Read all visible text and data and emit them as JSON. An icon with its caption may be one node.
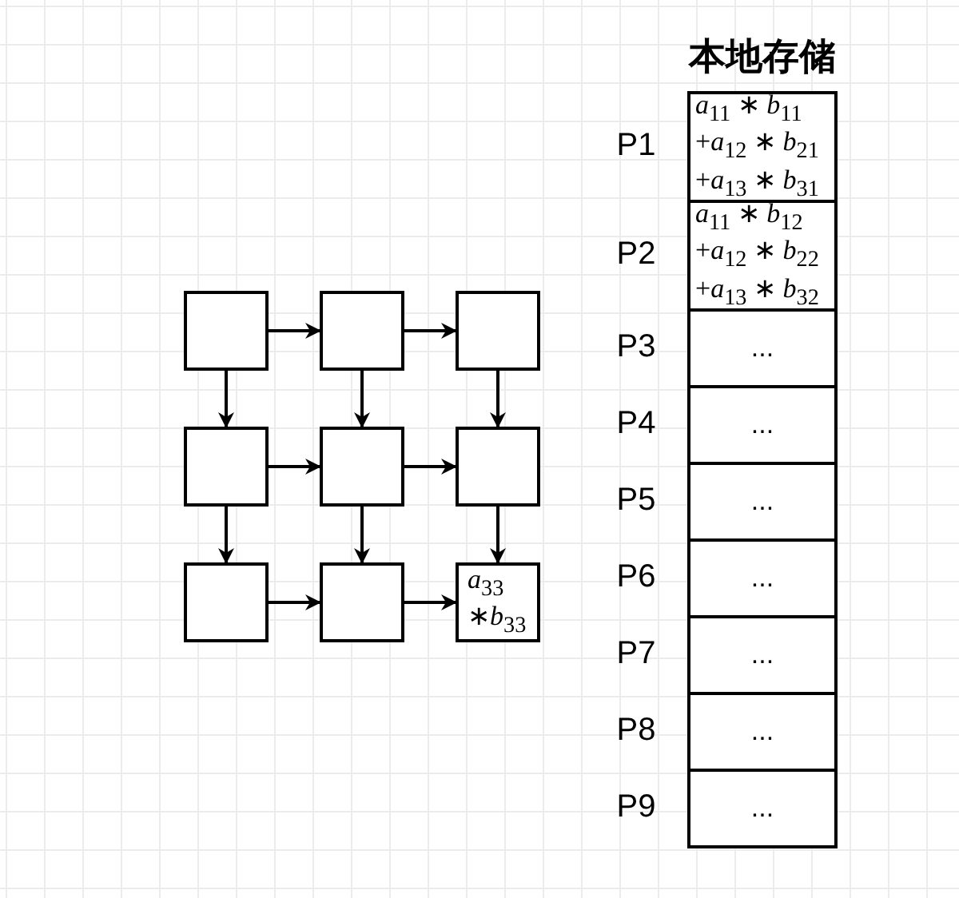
{
  "diagram": {
    "title": "本地存储",
    "nodes": [
      {
        "text": [],
        "shape": "box"
      },
      {
        "text": [],
        "shape": "box"
      },
      {
        "text": [],
        "shape": "box"
      },
      {
        "text": [],
        "shape": "box"
      },
      {
        "text": [],
        "shape": "box"
      },
      {
        "text": [],
        "shape": "box"
      },
      {
        "text": [],
        "shape": "box"
      },
      {
        "text": [],
        "shape": "box"
      },
      {
        "text": [
          "*a*$_{33}$ ∗*b*$_{33}$"
        ]
      },
      {
        "text": [
          "*a*$_{11}$ ∗ *b*$_{11}$ +*a*$_{12}$ ∗ *b*$_{21}$ +*a*$_{13}$ ∗ *b*$_{31}$"
        ],
        "beside": [
          "P1"
        ]
      },
      {
        "text": [
          "*a*$_{11}$ ∗ *b*$_{12}$ +*a*$_{12}$ ∗ *b*$_{22}$ +*a*$_{13}$ ∗ *b*$_{32}$"
        ],
        "beside": [
          "P2"
        ]
      },
      {
        "text": [
          "..."
        ],
        "beside": [
          "P3"
        ]
      },
      {
        "text": [
          "..."
        ],
        "beside": [
          "P4"
        ]
      },
      {
        "text": [
          "..."
        ],
        "beside": [
          "P5"
        ]
      },
      {
        "text": [
          "..."
        ],
        "beside": [
          "P6"
        ]
      },
      {
        "text": [
          "..."
        ],
        "beside": [
          "P7"
        ]
      },
      {
        "text": [
          "..."
        ],
        "beside": [
          "P8"
        ]
      },
      {
        "text": [
          "..."
        ],
        "beside": [
          "P9"
        ]
      }
    ],
    "edges": [
      {
        "from": 0,
        "to": 1,
        "arrow": "to"
      },
      {
        "from": 1,
        "to": 2,
        "arrow": "to"
      },
      {
        "from": 0,
        "to": 3,
        "arrow": "to"
      },
      {
        "from": 1,
        "to": 4,
        "arrow": "to"
      },
      {
        "from": 2,
        "to": 5,
        "arrow": "to"
      },
      {
        "from": 3,
        "to": 4,
        "arrow": "to"
      },
      {
        "from": 4,
        "to": 5,
        "arrow": "to"
      },
      {
        "from": 3,
        "to": 6,
        "arrow": "to"
      },
      {
        "from": 4,
        "to": 7,
        "arrow": "to"
      },
      {
        "from": 5,
        "to": 8,
        "arrow": "to"
      },
      {
        "from": 6,
        "to": 7,
        "arrow": "to"
      },
      {
        "from": 7,
        "to": 8,
        "arrow": "to"
      }
    ]
  }
}
